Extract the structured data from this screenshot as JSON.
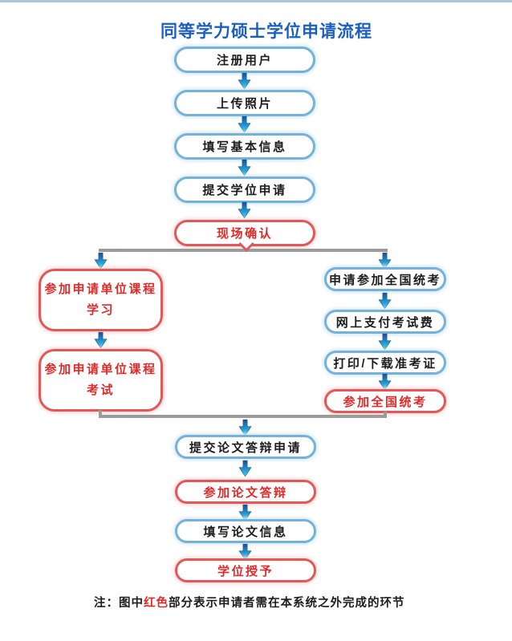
{
  "page": {
    "title": "同等学力硕士学位申请流程"
  },
  "colors": {
    "title_blue": "#1a5fc0",
    "blue_box_border": "#74b2da",
    "red_box_border": "#e25858",
    "red_text": "#e02a2a",
    "black_text": "#1c1c1c",
    "connector_gray": "#9b9b9b",
    "arrow_gradient_top": "#1d4f9e",
    "arrow_gradient_bottom": "#3fd0f4",
    "top_border": "#a9c6da"
  },
  "flow": {
    "main_top": [
      {
        "label": "注册用户",
        "style": "blue"
      },
      {
        "label": "上传照片",
        "style": "blue"
      },
      {
        "label": "填写基本信息",
        "style": "blue"
      },
      {
        "label": "提交学位申请",
        "style": "blue"
      },
      {
        "label": "现场确认",
        "style": "red"
      }
    ],
    "left_branch": [
      {
        "line1": "参加申请单位课程",
        "line2": "学习",
        "style": "red"
      },
      {
        "line1": "参加申请单位课程",
        "line2": "考试",
        "style": "red"
      }
    ],
    "right_branch": [
      {
        "label": "申请参加全国统考",
        "style": "blue"
      },
      {
        "label": "网上支付考试费",
        "style": "blue"
      },
      {
        "label": "打印/下载准考证",
        "style": "blue"
      },
      {
        "label": "参加全国统考",
        "style": "red"
      }
    ],
    "main_bottom": [
      {
        "label": "提交论文答辩申请",
        "style": "blue"
      },
      {
        "label": "参加论文答辩",
        "style": "red"
      },
      {
        "label": "填写论文信息",
        "style": "blue"
      },
      {
        "label": "学位授予",
        "style": "red"
      }
    ]
  },
  "note": {
    "prefix": "注：图中",
    "highlight": "红色",
    "suffix": "部分表示申请者需在本系统之外完成的环节"
  }
}
